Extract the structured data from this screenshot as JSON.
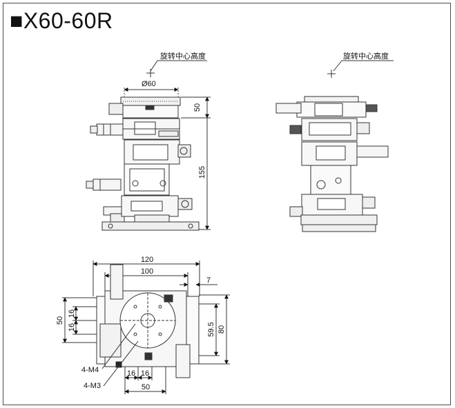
{
  "title": "■X60-60R",
  "front_view": {
    "rotation_center_label": "旋转中心高度",
    "dim_diameter": "Ø60",
    "dim_top_height": "50",
    "dim_total_height": "155"
  },
  "side_view": {
    "rotation_center_label": "旋转中心高度"
  },
  "top_view": {
    "dim_width_120": "120",
    "dim_width_100": "100",
    "dim_7": "7",
    "dim_left_50": "50",
    "dim_left_16a": "16",
    "dim_left_16b": "16",
    "dim_right_59_5": "59.5",
    "dim_right_80": "80",
    "dim_bottom_16a": "16",
    "dim_bottom_16b": "16",
    "dim_bottom_50": "50",
    "label_m4": "4-M4",
    "label_m3": "4-M3"
  }
}
